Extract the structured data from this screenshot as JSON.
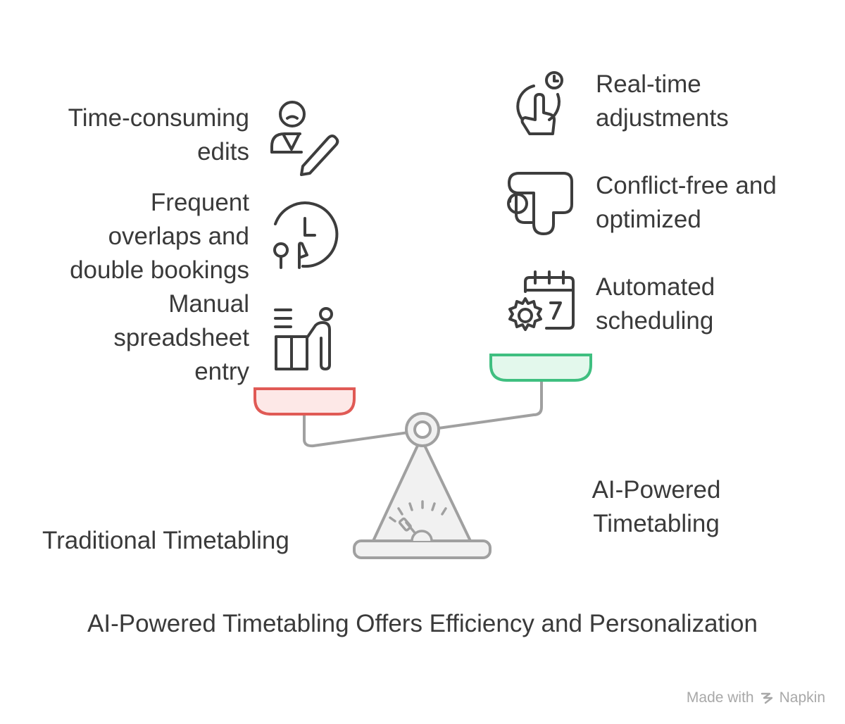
{
  "left_side": {
    "title": "Traditional Timetabling",
    "items": [
      {
        "lines": [
          "Time-consuming",
          "edits"
        ],
        "icon": "person-edit-icon"
      },
      {
        "lines": [
          "Frequent",
          "overlaps and",
          "double bookings"
        ],
        "icon": "clock-pins-icon"
      },
      {
        "lines": [
          "Manual",
          "spreadsheet",
          "entry"
        ],
        "icon": "desk-worker-icon"
      }
    ],
    "pan_color": "#e05a55",
    "pan_fill": "#fde8e7"
  },
  "right_side": {
    "title_lines": [
      "AI-Powered",
      "Timetabling"
    ],
    "items": [
      {
        "lines": [
          "Real-time",
          "adjustments"
        ],
        "icon": "touch-timer-icon"
      },
      {
        "lines": [
          "Conflict-free and",
          "optimized"
        ],
        "icon": "path-route-icon"
      },
      {
        "lines": [
          "Automated",
          "scheduling"
        ],
        "icon": "calendar-gear-icon"
      }
    ],
    "pan_color": "#3fbf80",
    "pan_fill": "#e3f8ec"
  },
  "caption": "AI-Powered Timetabling Offers Efficiency and Personalization",
  "watermark": {
    "prefix": "Made with",
    "brand": "Napkin"
  },
  "colors": {
    "text": "#3a3a3a",
    "stroke": "#a0a0a0",
    "icon": "#3d3d3d"
  }
}
